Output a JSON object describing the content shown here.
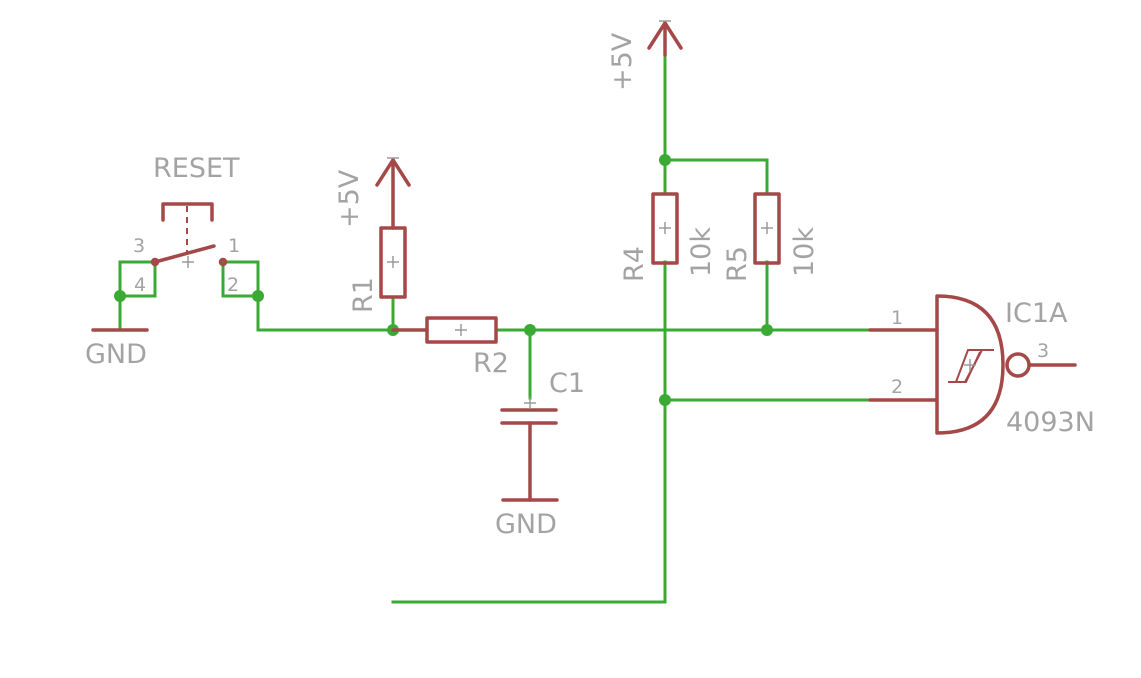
{
  "colors": {
    "wire": "#3aaa35",
    "part": "#a54848",
    "text": "#a3a3a3",
    "background": "#ffffff"
  },
  "switch": {
    "name": "RESET",
    "pins": [
      "1",
      "2",
      "3",
      "4"
    ]
  },
  "resistors": [
    {
      "name": "R1",
      "value": ""
    },
    {
      "name": "R2",
      "value": ""
    },
    {
      "name": "R4",
      "value": "10k"
    },
    {
      "name": "R5",
      "value": "10k"
    }
  ],
  "capacitor": {
    "name": "C1"
  },
  "gate": {
    "name": "IC1A",
    "value": "4093N",
    "pins": [
      "1",
      "2",
      "3"
    ]
  },
  "supplies": {
    "vcc": "+5V",
    "gnd": "GND"
  }
}
